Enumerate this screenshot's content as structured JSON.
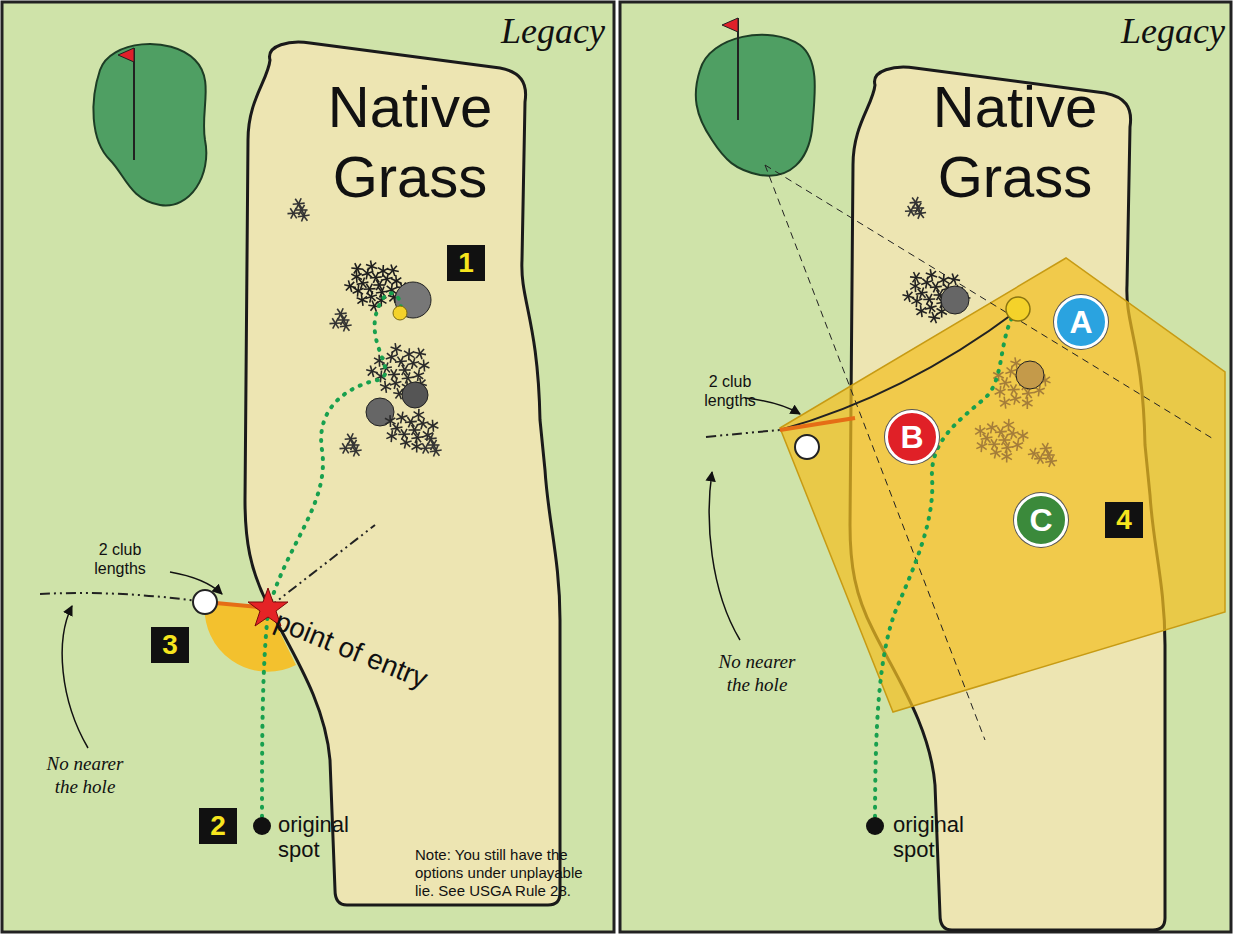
{
  "diagram": {
    "nodes": [
      {
        "text": [
          "1"
        ]
      },
      {
        "text": [
          "3"
        ]
      },
      {
        "text": [
          "2"
        ]
      },
      {
        "text": [
          "A"
        ]
      },
      {
        "text": [
          "B"
        ]
      },
      {
        "text": [
          "C"
        ]
      },
      {
        "text": [
          "4"
        ]
      }
    ],
    "labels": [
      "Legacy",
      "Native Grass",
      "2 club lengths",
      "point of entry",
      "No nearer the hole",
      "original spot",
      "Note: You still have the options under unplayable lie. See USGA Rule 28.",
      "Legacy",
      "Native Grass",
      "2 club lengths",
      "No nearer the hole",
      "original spot"
    ]
  }
}
